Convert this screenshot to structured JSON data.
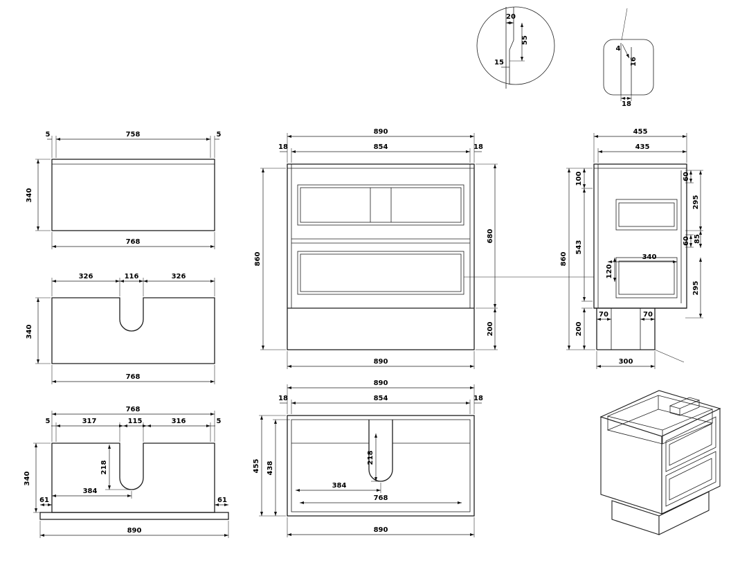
{
  "drawing": {
    "detail_circle": {
      "d20": "20",
      "d55": "55",
      "d15": "15"
    },
    "detail_corner": {
      "d4": "4",
      "d16": "16",
      "d18": "18"
    },
    "panel_top": {
      "left5": "5",
      "w758": "758",
      "right5": "5",
      "h340": "340",
      "w768": "768"
    },
    "panel_mid": {
      "w326a": "326",
      "w116": "116",
      "w326b": "326",
      "h340": "340",
      "w768": "768"
    },
    "panel_bottom": {
      "w768": "768",
      "e5a": "5",
      "w317": "317",
      "w115": "115",
      "w316": "316",
      "e5b": "5",
      "h340": "340",
      "d218": "218",
      "x384": "384",
      "o61a": "61",
      "o61b": "61",
      "w890": "890"
    },
    "front_view": {
      "w890t": "890",
      "w854": "854",
      "m18a": "18",
      "m18b": "18",
      "h860": "860",
      "h680": "680",
      "h200": "200",
      "w890b": "890"
    },
    "plan_view": {
      "w890t": "890",
      "w854": "854",
      "m18a": "18",
      "m18b": "18",
      "d455": "455",
      "d438": "438",
      "d218": "218",
      "x384": "384",
      "w768": "768",
      "w890b": "890"
    },
    "side_view": {
      "d455": "455",
      "d435": "435",
      "h860": "860",
      "h100": "100",
      "h543": "543",
      "h200": "200",
      "g60a": "60",
      "h295a": "295",
      "g60b": "60",
      "g85": "85",
      "d340": "340",
      "h120": "120",
      "h295b": "295",
      "f70a": "70",
      "f70b": "70",
      "w300": "300"
    }
  }
}
